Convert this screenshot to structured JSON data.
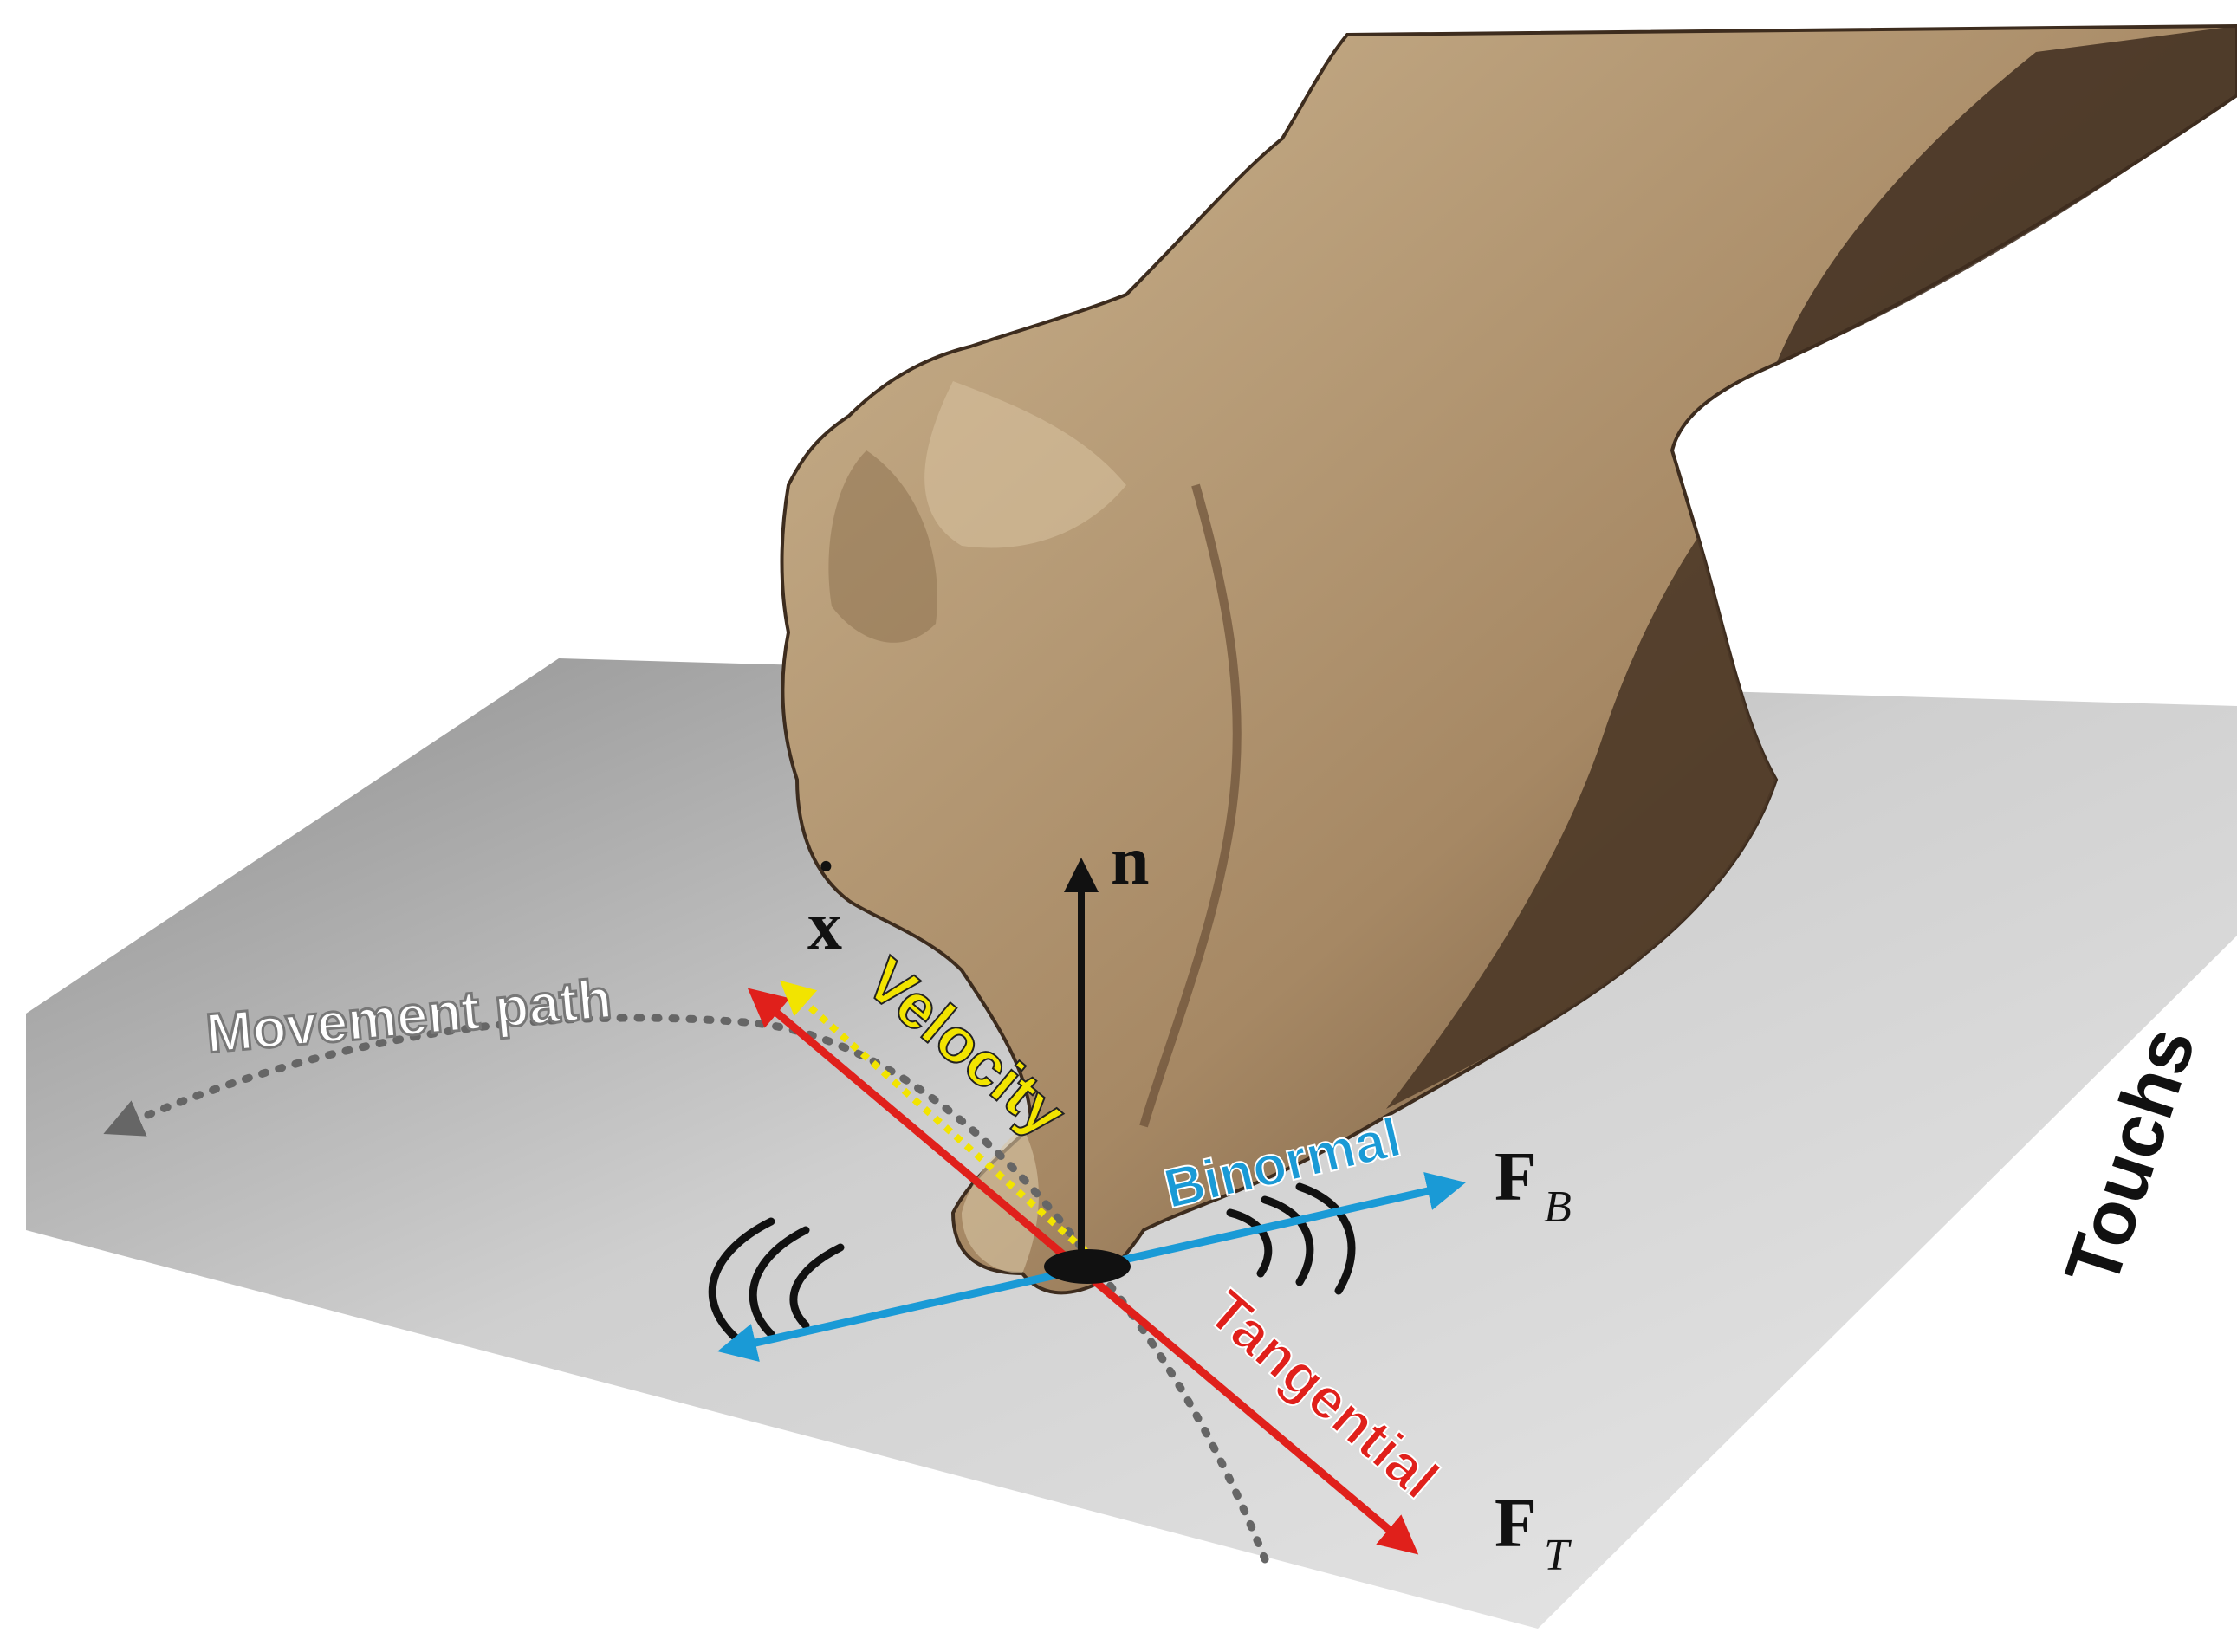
{
  "labels": {
    "movement_path": "Movement path",
    "velocity": "Velocity",
    "binormal": "Binormal",
    "tangential": "Tangential",
    "touchscreen": "Touchs",
    "normal_symbol": "n",
    "velocity_symbol": "x",
    "velocity_dot": "˙",
    "force_binormal": "F",
    "force_binormal_sub": "B",
    "force_tangential": "F",
    "force_tangential_sub": "T"
  },
  "colors": {
    "tangential": "#e0201b",
    "binormal": "#1a9ad6",
    "velocity": "#f2e400",
    "normal": "#111111",
    "path": "#666666",
    "surface_light": "#e6e6e6",
    "surface_dark": "#9a9a9a",
    "skin_light": "#c9b18a",
    "skin_mid": "#9c7d57",
    "skin_dark": "#4a3523"
  }
}
